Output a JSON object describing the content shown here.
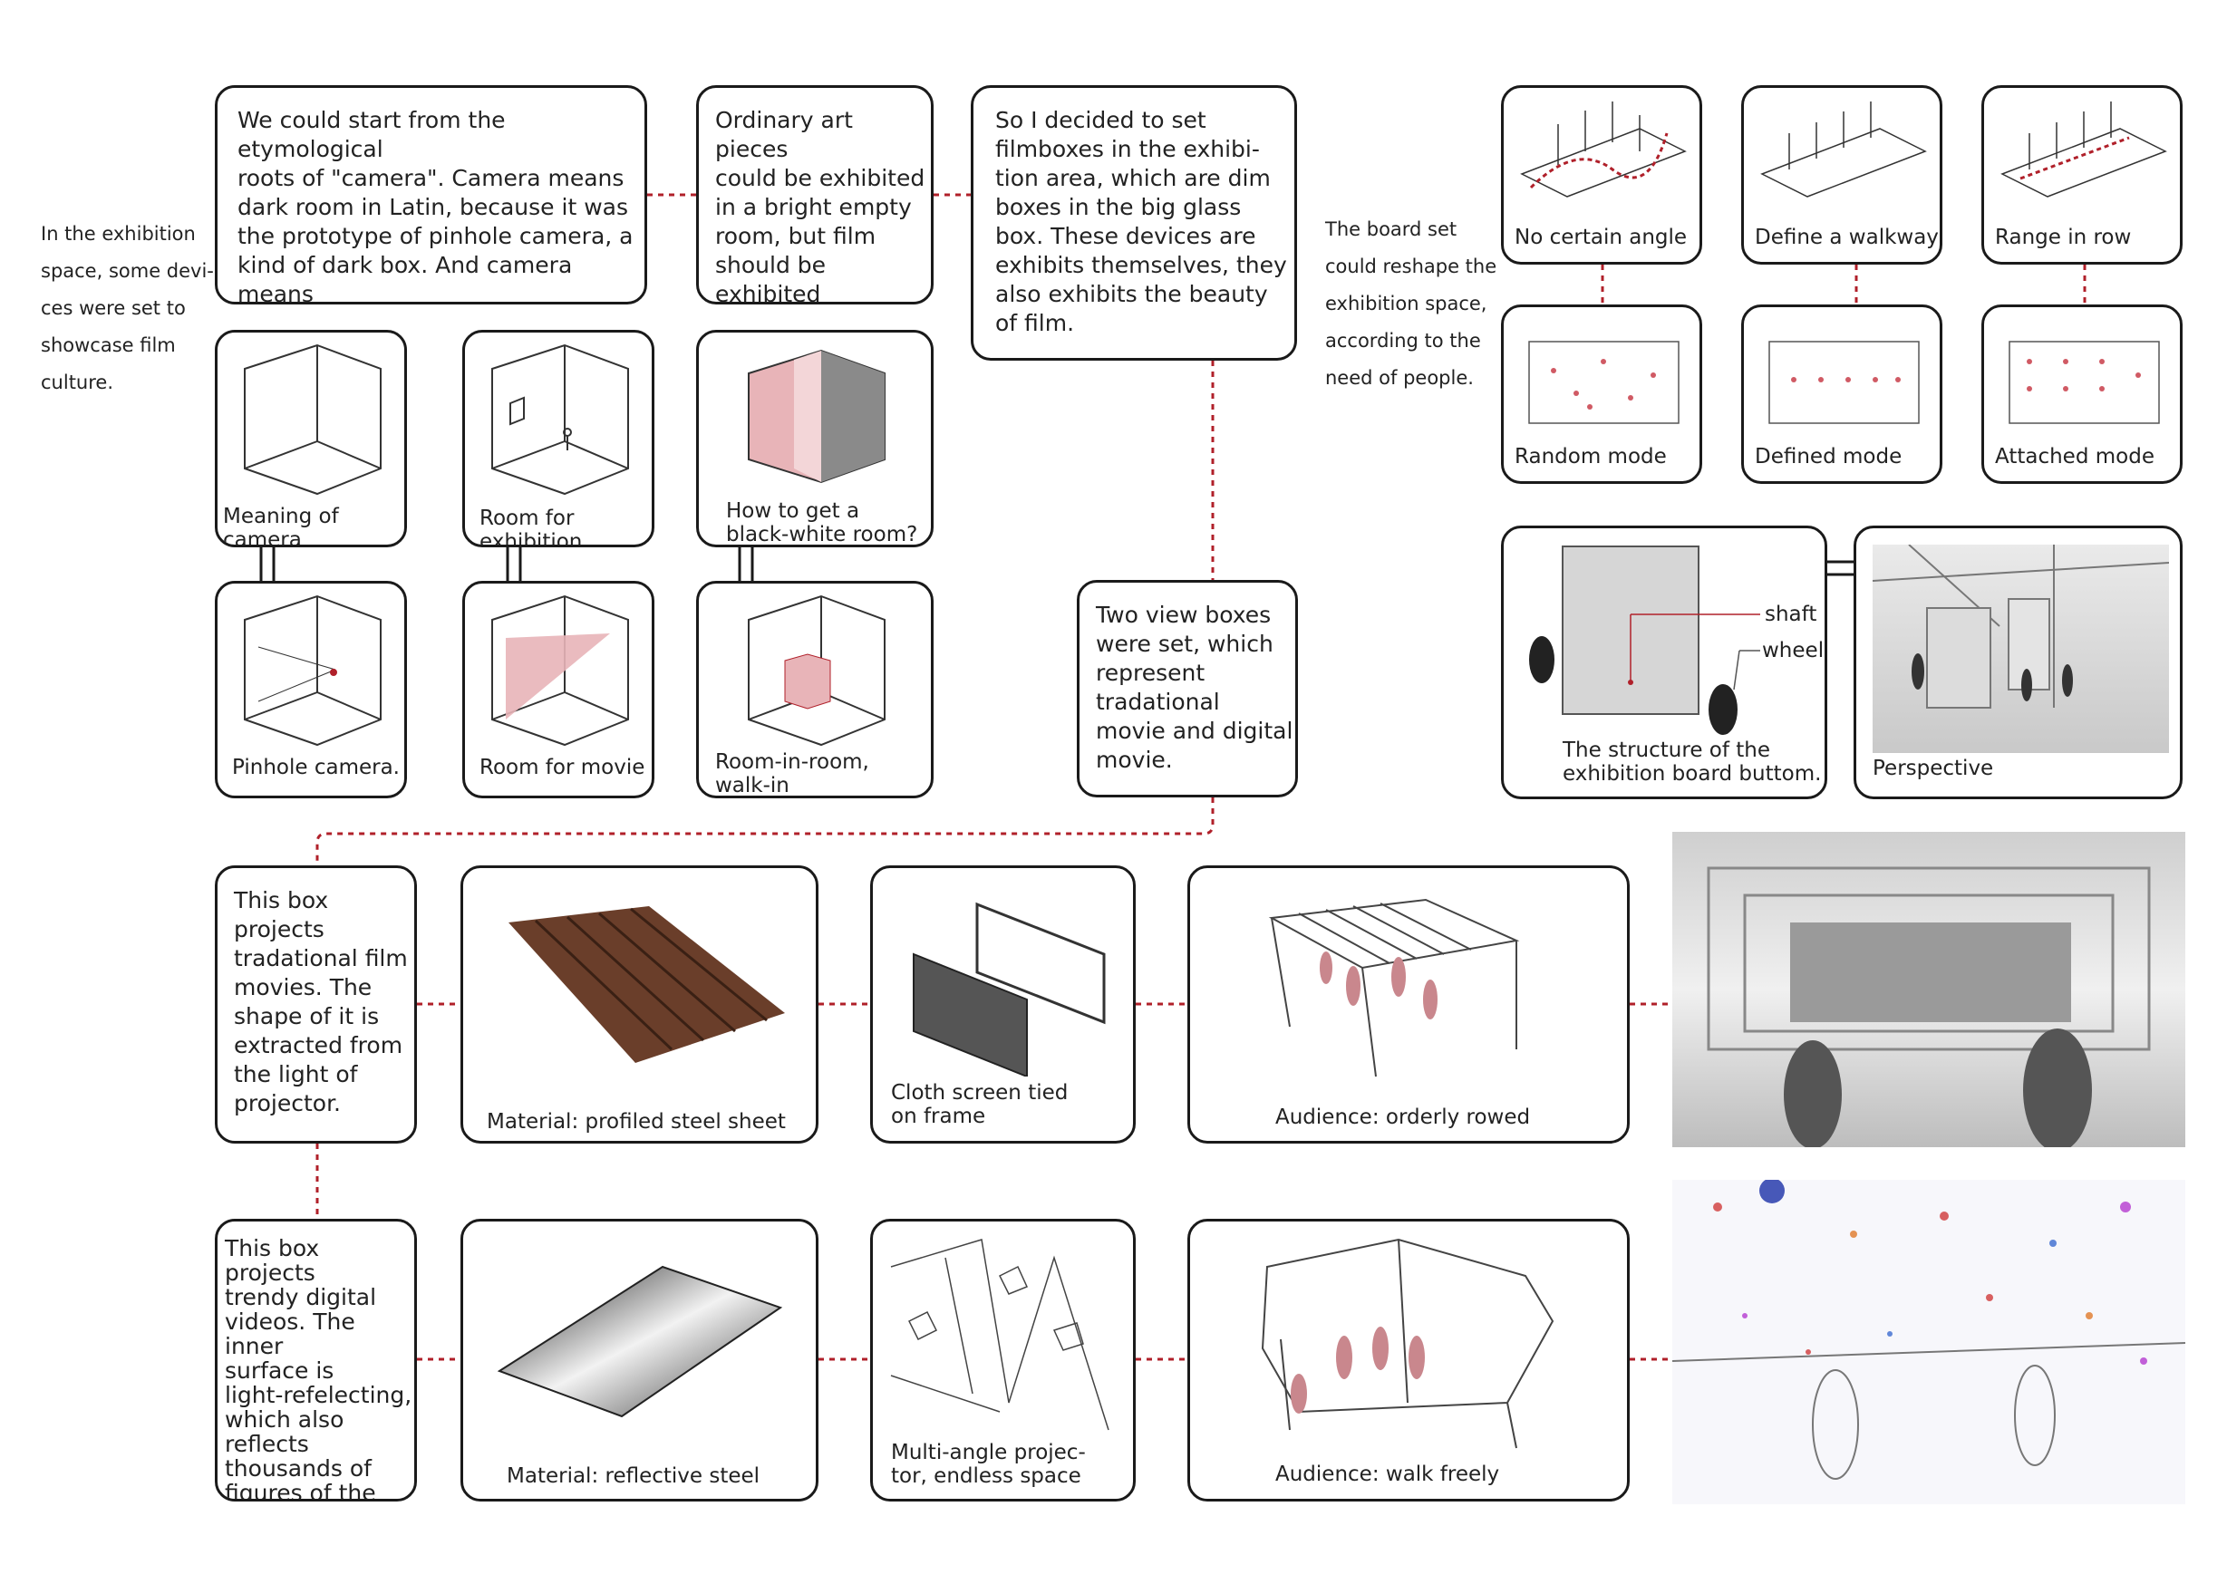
{
  "side_notes": {
    "left": "In the exhibition\nspace, some devi-\nces were set to\nshowcase film\nculture.",
    "right": "The board set\ncould reshape the\nexhibition space,\naccording to the\nneed of people."
  },
  "top_texts": {
    "etymology": "We could start from the etymological\nroots of \"camera\". Camera means\ndark room in Latin, because it was\nthe prototype of pinhole camera, a\nkind of dark box. And camera means\nphotographic equipment in English.",
    "ordinary": "Ordinary art pieces\ncould be exhibited\nin a bright empty\nroom, but film\nshould be exhibited\nin a dim room.",
    "filmboxes": "So I decided to set\nfilmboxes in the exhibi-\ntion area, which are dim\nboxes in the big glass\nbox. These devices are\nexhibits themselves, they\nalso exhibits the beauty\nof film.",
    "view_boxes": "Two view boxes\nwere set, which\nrepresent\ntradational\nmovie and digital\nmovie."
  },
  "room_captions": {
    "meaning": "Meaning of camera",
    "exhibition": "Room for exhibition",
    "black_white": "How to get a\nblack-white room?",
    "pinhole": "Pinhole camera.",
    "movie": "Room for movie",
    "room_in_room": "Room-in-room, walk-in\npeepshow."
  },
  "board_modes": {
    "angles": [
      "No certain angle",
      "Define a walkway",
      "Range in row"
    ],
    "modes": [
      "Random mode",
      "Defined mode",
      "Attached mode"
    ]
  },
  "structure": {
    "shaft": "shaft",
    "wheels": "wheels",
    "caption": "The structure of the\nexhibition board buttom.",
    "perspective": "Perspective"
  },
  "traditional_row": {
    "desc": "This box\nprojects\ntradational film\nmovies. The\nshape of it is\nextracted from\nthe light of\nprojector.",
    "material": "Material: profiled steel sheet",
    "screen": "Cloth screen tied\non frame",
    "audience": "Audience: orderly rowed"
  },
  "digital_row": {
    "desc": "This box projects\ntrendy digital\nvideos. The inner\nsurface is\nlight-refelecting,\nwhich also\nreflects\nthousands of\nfigures of the\naudience.",
    "material": "Material: reflective steel",
    "projector": "Multi-angle projec-\ntor, endless space",
    "audience": "Audience: walk freely"
  },
  "colors": {
    "accent": "#b0202a",
    "pink": "#e8b4b8",
    "dark": "#1a1a1a"
  }
}
